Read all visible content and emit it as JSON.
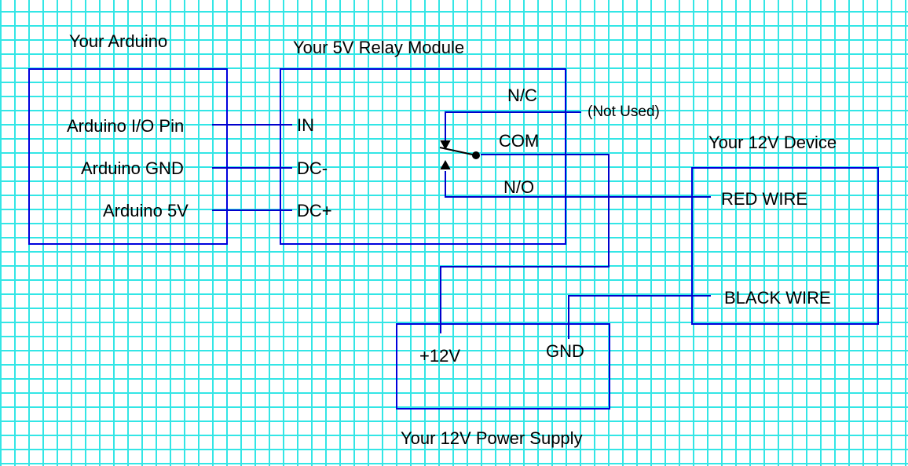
{
  "arduino": {
    "title": "Your Arduino",
    "pins": [
      "Arduino I/O Pin",
      "Arduino GND",
      "Arduino 5V"
    ]
  },
  "relay": {
    "title": "Your 5V Relay Module",
    "inputs": [
      "IN",
      "DC-",
      "DC+"
    ],
    "contacts": {
      "nc": "N/C",
      "com": "COM",
      "no": "N/O"
    },
    "nc_note": "(Not Used)"
  },
  "device": {
    "title": "Your 12V Device",
    "wires": [
      "RED WIRE",
      "BLACK WIRE"
    ]
  },
  "psu": {
    "title": "Your 12V Power Supply",
    "terminals": [
      "+12V",
      "GND"
    ]
  },
  "colors": {
    "wire": "#0000cc",
    "box": "#0000dd",
    "grid": "#33e6e6"
  }
}
